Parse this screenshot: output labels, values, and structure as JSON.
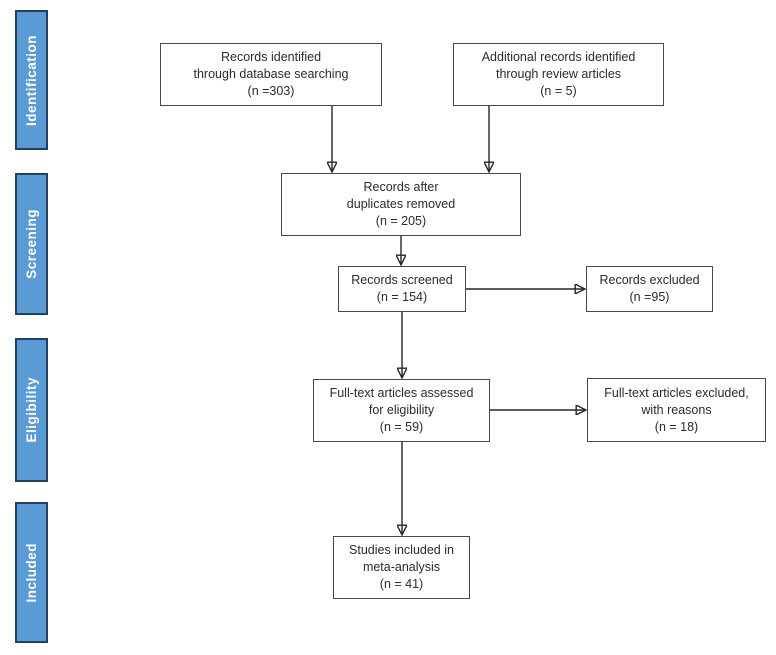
{
  "diagram": {
    "kind": "prisma-flow-diagram",
    "colors": {
      "stage_fill": "#5B9BD5",
      "stage_border": "#24405E",
      "stage_text": "#FFFFFF",
      "box_border": "#4A4A4A",
      "box_text": "#2B2B2B",
      "arrow": "#262626",
      "background": "#FFFFFF"
    }
  },
  "sidebar": {
    "stages": [
      {
        "label": "Identification"
      },
      {
        "label": "Screening"
      },
      {
        "label": "Eligibility"
      },
      {
        "label": "Included"
      }
    ]
  },
  "boxes": {
    "records_identified": {
      "lines": [
        "Records identified",
        "through database searching",
        "(n =303)"
      ]
    },
    "additional_records": {
      "lines": [
        "Additional records identified",
        "through review articles",
        "(n = 5)"
      ]
    },
    "duplicates_removed": {
      "lines": [
        "Records after",
        "duplicates removed",
        "(n = 205)"
      ]
    },
    "records_screened": {
      "lines": [
        "Records screened",
        "(n = 154)"
      ]
    },
    "records_excluded": {
      "lines": [
        "Records excluded",
        "(n =95)"
      ]
    },
    "fulltext_assessed": {
      "lines": [
        "Full-text articles assessed",
        "for eligibility",
        "(n = 59)"
      ]
    },
    "fulltext_excluded": {
      "lines": [
        "Full-text articles excluded,",
        "with reasons",
        "(n = 18)"
      ]
    },
    "studies_included": {
      "lines": [
        "Studies included in",
        "meta-analysis",
        "(n = 41)"
      ]
    }
  }
}
